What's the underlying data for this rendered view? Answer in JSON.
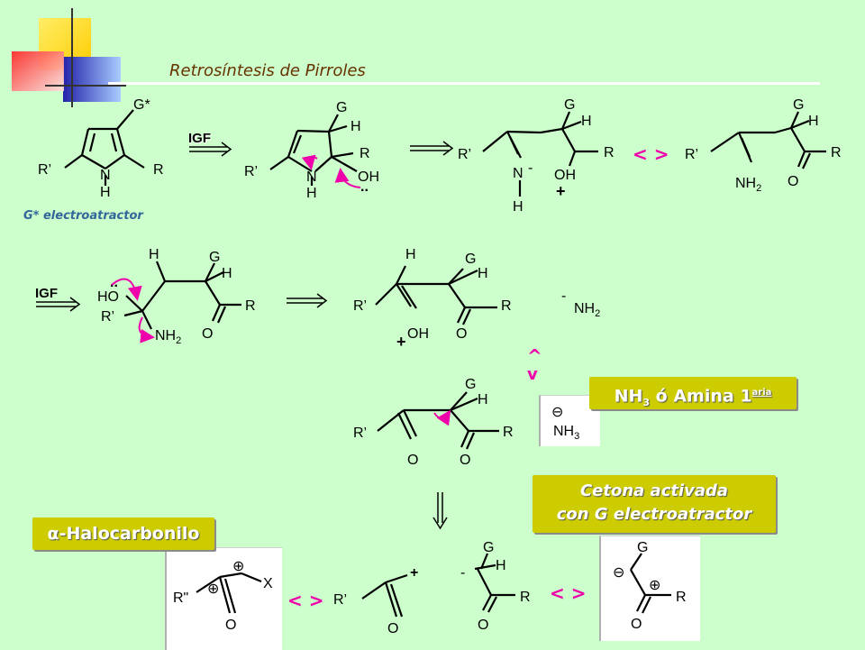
{
  "slide": {
    "title": "Retrosíntesis de Pirroles",
    "note": "G* electroatractor",
    "igf": "IGF",
    "retro": "< >",
    "caret_up": "^",
    "caret_down": "v"
  },
  "atoms": {
    "g_star": "G*",
    "g": "G",
    "h": "H",
    "n": "N",
    "r": "R",
    "r_prime": "R’",
    "r_double_prime": "R\"",
    "oh": "OH",
    "ho": "HO",
    "o": "O",
    "x": "X",
    "nh2": "NH",
    "nh3": "NH",
    "sub_2": "2",
    "sub_3": "3",
    "minus": "-",
    "plus": "+",
    "lone_pair": "..",
    "circle_plus": "⊕",
    "circle_minus": "⊖"
  },
  "callouts": {
    "amine": {
      "pre": "NH",
      "sub": "3",
      "mid": " ó Amina 1",
      "sup": "aria"
    },
    "cetona_line1": "Cetona activada",
    "cetona_line2": "con G electroatractor",
    "halo_alpha": "α",
    "halo_rest": "-Halocarbonilo"
  },
  "colors": {
    "background": "#ccffcc",
    "title": "#663300",
    "note": "#336699",
    "accent_arrow": "#ee00aa",
    "callout_bg": "#cccc00",
    "logo_yellow": "#ffcc00",
    "logo_blue": "#3333cc",
    "logo_red": "#ff3333"
  }
}
